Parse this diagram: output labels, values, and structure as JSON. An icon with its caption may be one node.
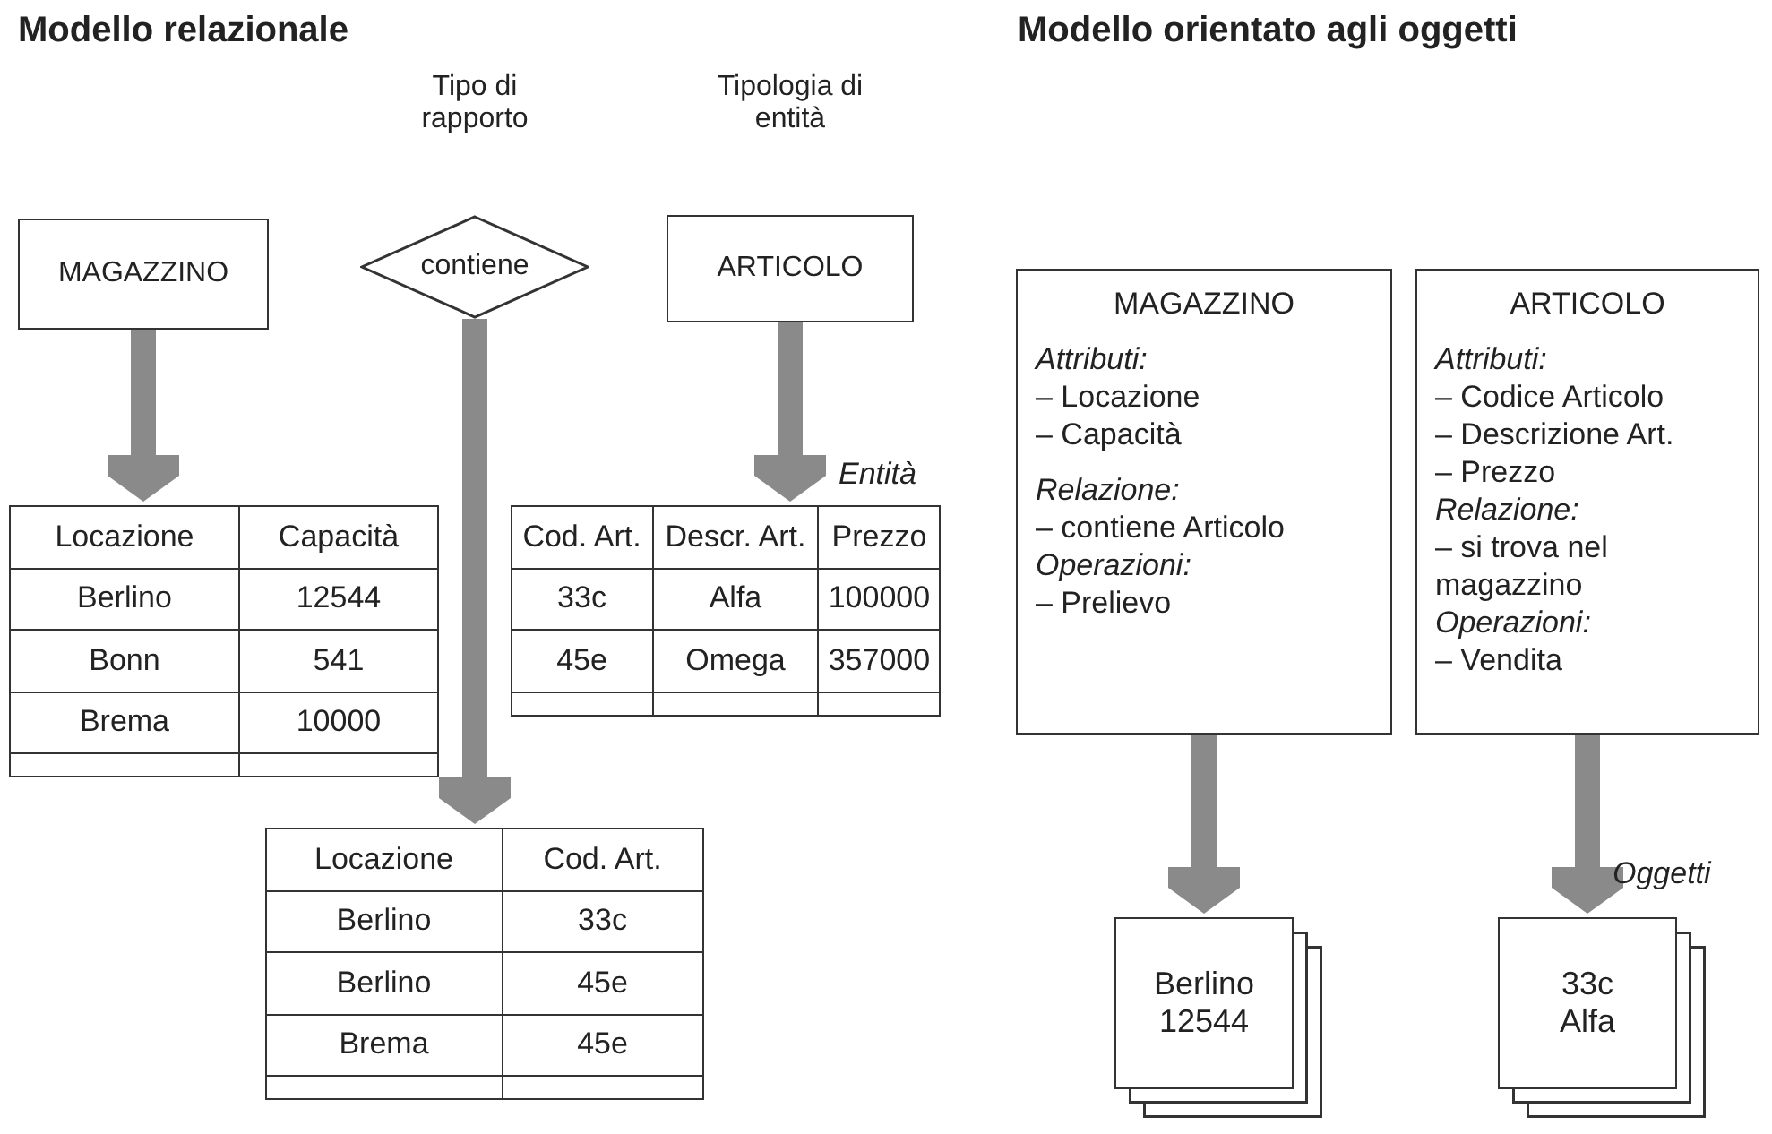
{
  "diagram": {
    "nodes": [
      {
        "text": [
          "MAGAZZINO"
        ]
      },
      {
        "text": [
          "contiene"
        ],
        "beside": [
          "Tipo di rapporto"
        ]
      },
      {
        "text": [
          "ARTICOLO"
        ],
        "beside": [
          "Tipologia di entità"
        ]
      },
      {
        "text": [
          "Locazione",
          "Capacità",
          "Berlino",
          "12544",
          "Bonn",
          "541",
          "Brema",
          "10000"
        ]
      },
      {
        "text": [
          "Cod. Art.",
          "Descr. Art.",
          "Prezzo",
          "33c",
          "Alfa",
          "100000",
          "45e",
          "Omega",
          "357000"
        ]
      },
      {
        "text": [
          "Locazione",
          "Cod. Art.",
          "Berlino",
          "33c",
          "Berlino",
          "45e",
          "Brema",
          "45e"
        ]
      },
      {
        "text": [
          "MAGAZZINO",
          "Attributi:",
          "– Locazione",
          "– Capacità",
          "Relazione:",
          "– contiene Articolo",
          "Operazioni:",
          "– Prelievo"
        ]
      },
      {
        "text": [
          "ARTICOLO",
          "Attributi:",
          "– Codice Articolo",
          "– Descrizione Art.",
          "– Prezzo",
          "Relazione:",
          "– si trova nel magazzino",
          "Operazioni:",
          "– Vendita"
        ]
      },
      {
        "text": [
          "Berlino",
          "12544"
        ]
      },
      {
        "text": [
          "33c",
          "Alfa"
        ]
      }
    ],
    "edges": [
      {
        "from": 0,
        "to": 3,
        "arrow": "to"
      },
      {
        "from": 1,
        "to": 5,
        "arrow": "to"
      },
      {
        "from": 2,
        "to": 4,
        "arrow": "to"
      },
      {
        "from": 6,
        "to": 8,
        "arrow": "to"
      },
      {
        "from": 7,
        "to": 9,
        "arrow": "to"
      }
    ],
    "labels": [
      "Modello relazionale",
      "Modello orientato agli oggetti",
      "Entità",
      "Oggetti"
    ]
  }
}
